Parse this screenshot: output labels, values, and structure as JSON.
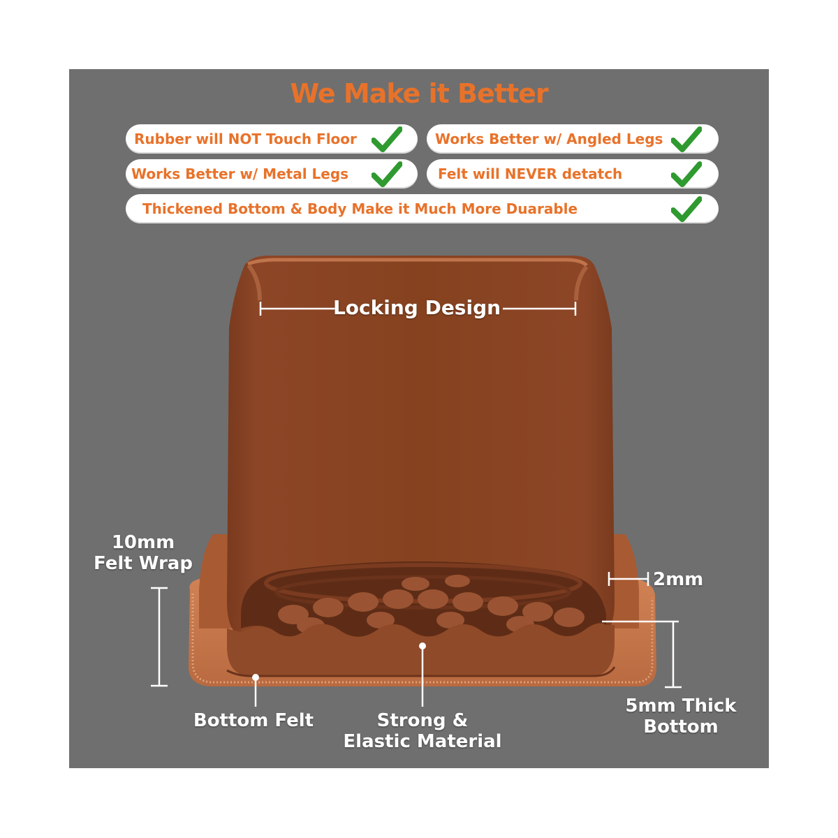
{
  "header": {
    "title": "We Make it Better"
  },
  "features": [
    {
      "label": "Rubber will NOT Touch Floor",
      "icon": "check-icon"
    },
    {
      "label": "Works Better w/ Angled Legs",
      "icon": "check-icon"
    },
    {
      "label": "Works Better w/ Metal  Legs",
      "icon": "check-icon"
    },
    {
      "label": "Felt will NEVER detatch",
      "icon": "check-icon"
    },
    {
      "label": "Thickened Bottom & Body  Make it Much More Duarable",
      "icon": "check-icon"
    }
  ],
  "annotations": {
    "locking": "Locking Design",
    "felt_wrap_1": "10mm",
    "felt_wrap_2": "Felt Wrap",
    "wall": "2mm",
    "bottom_felt": "Bottom Felt",
    "material_1": "Strong &",
    "material_2": "Elastic Material",
    "thick_1": "5mm Thick",
    "thick_2": "Bottom"
  },
  "colors": {
    "accent": "#e8722a",
    "check": "#2f9a2f",
    "panel": "#6f6f6f",
    "cup": "#8a4526",
    "felt": "#c8774a"
  }
}
